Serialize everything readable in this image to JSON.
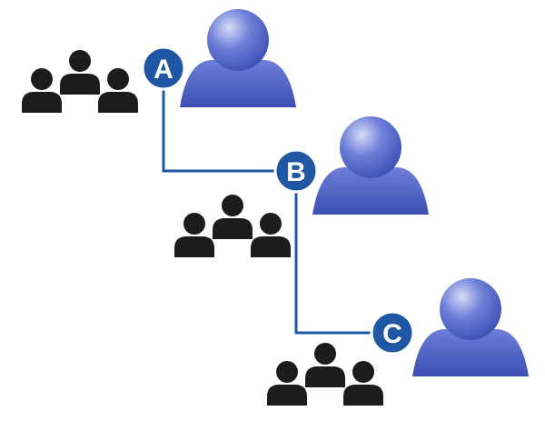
{
  "diagram": {
    "colors": {
      "connector": "#1f57a4",
      "node_fill": "#1f57a4",
      "node_ring": "#ffffff",
      "node_text": "#ffffff",
      "avatar_light": "#d6dcf6",
      "avatar_mid": "#6e7fd8",
      "avatar_dark": "#3c4fb2",
      "group_people": "#1c1c1c"
    },
    "icons": {
      "avatar": "user-avatar-icon",
      "group": "people-group-icon"
    },
    "nodes": [
      {
        "id": "a",
        "label": "A"
      },
      {
        "id": "b",
        "label": "B"
      },
      {
        "id": "c",
        "label": "C"
      }
    ]
  }
}
